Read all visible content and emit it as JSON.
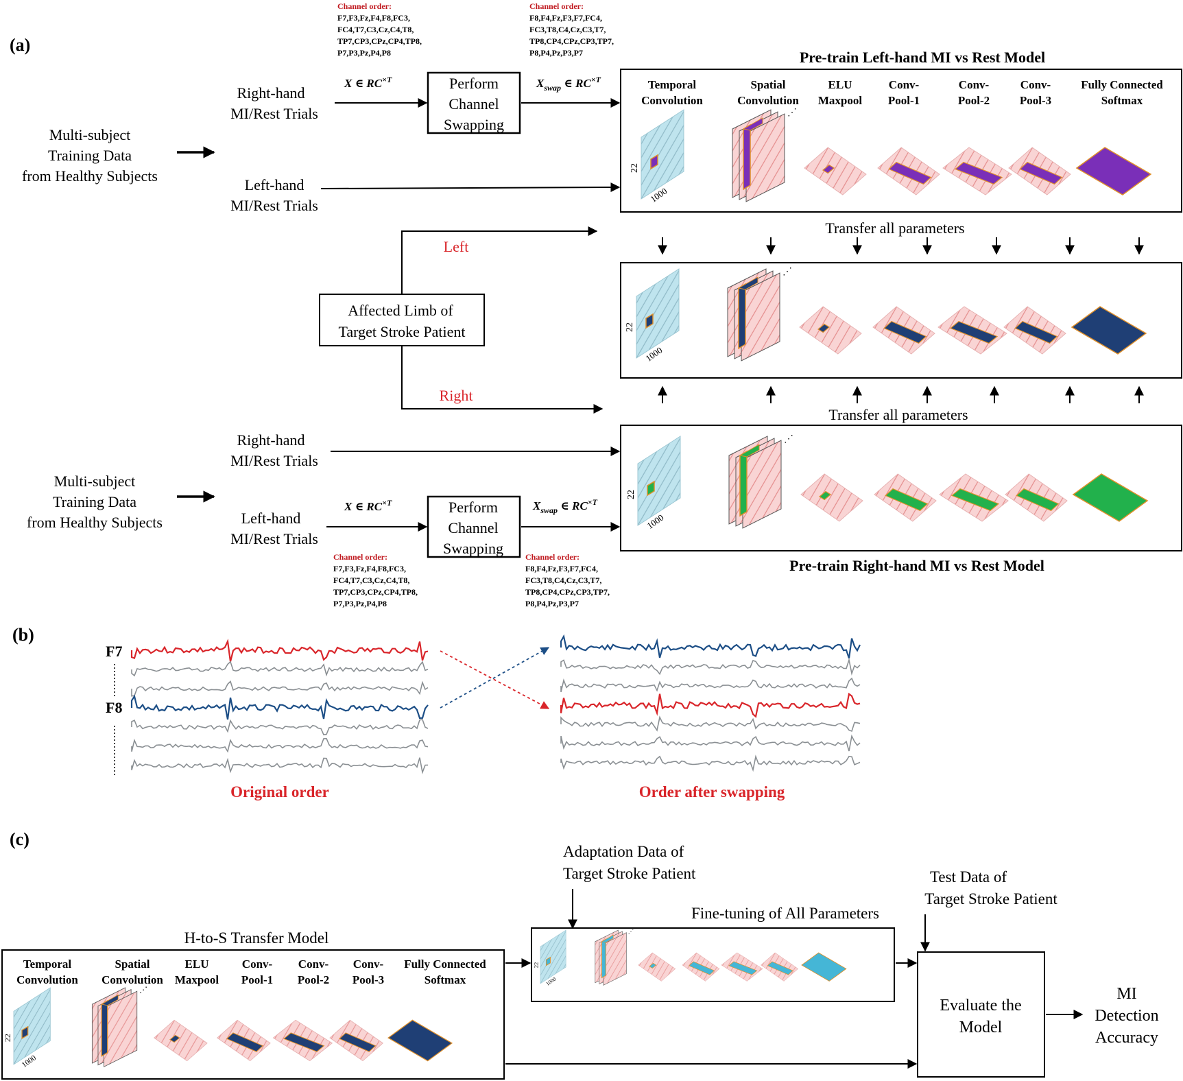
{
  "panel_a": {
    "label": "(a)",
    "top_model_title": "Pre-train Left-hand MI vs Rest Model",
    "bottom_model_title": "Pre-train Right-hand MI vs Rest Model",
    "source_top": [
      "Multi-subject",
      "Training Data",
      "from Healthy Subjects"
    ],
    "source_bottom": [
      "Multi-subject",
      "Training Data",
      "from Healthy Subjects"
    ],
    "top_right_trials": [
      "Right-hand",
      "MI/Rest Trials"
    ],
    "top_left_trials": [
      "Left-hand",
      "MI/Rest Trials"
    ],
    "bottom_right_trials": [
      "Right-hand",
      "MI/Rest Trials"
    ],
    "bottom_left_trials": [
      "Left-hand",
      "MI/Rest Trials"
    ],
    "swap_box": [
      "Perform",
      "Channel",
      "Swapping"
    ],
    "input_label": "X ∈ RC×T",
    "swap_output_label": "Xswap ∈ RC×T",
    "channel_order_title": "Channel order:",
    "original_order": [
      "F7,F3,Fz,F4,F8,FC3,",
      "FC4,T7,C3,Cz,C4,T8,",
      "TP7,CP3,CPz,CP4,TP8,",
      "P7,P3,Pz,P4,P8"
    ],
    "swapped_order": [
      "F8,F4,Fz,F3,F7,FC4,",
      "FC3,T8,C4,Cz,C3,T7,",
      "TP8,CP4,CPz,CP3,TP7,",
      "P8,P4,Pz,P3,P7"
    ],
    "layer_headers": [
      [
        "Temporal",
        "Convolution"
      ],
      [
        "Spatial",
        "Convolution"
      ],
      [
        "ELU",
        "Maxpool"
      ],
      [
        "Conv-",
        "Pool-1"
      ],
      [
        "Conv-",
        "Pool-2"
      ],
      [
        "Conv-",
        "Pool-3"
      ],
      [
        "Fully Connected",
        "Softmax"
      ]
    ],
    "dim_channels": "22",
    "dim_samples": "1000",
    "transfer_label": "Transfer all parameters",
    "affected_box": [
      "Affected Limb of",
      "Target Stroke Patient"
    ],
    "left_label": "Left",
    "right_label": "Right"
  },
  "panel_b": {
    "label": "(b)",
    "f7": "F7",
    "f8": "F8",
    "original_caption": "Original order",
    "swapped_caption": "Order after swapping"
  },
  "panel_c": {
    "label": "(c)",
    "model_title": "H-to-S Transfer Model",
    "layer_headers": [
      [
        "Temporal",
        "Convolution"
      ],
      [
        "Spatial",
        "Convolution"
      ],
      [
        "ELU",
        "Maxpool"
      ],
      [
        "Conv-",
        "Pool-1"
      ],
      [
        "Conv-",
        "Pool-2"
      ],
      [
        "Conv-",
        "Pool-3"
      ],
      [
        "Fully Connected",
        "Softmax"
      ]
    ],
    "dim_channels": "22",
    "dim_samples": "1000",
    "adaptation": [
      "Adaptation Data of",
      "Target Stroke Patient"
    ],
    "finetune": "Fine-tuning of All Parameters",
    "test_data": [
      "Test Data of",
      "Target Stroke Patient"
    ],
    "evaluate": [
      "Evaluate the",
      "Model"
    ],
    "result": [
      "MI",
      "Detection",
      "Accuracy"
    ]
  },
  "colors": {
    "red": "#d9252a",
    "blue_trace": "#1c4e86",
    "gray_trace": "#8a8f93",
    "purple": "#7a2fb8",
    "navy": "#1f3f75",
    "green": "#22b14c",
    "cyan": "#45b6d6",
    "temporal_fill": "#bfe4ee",
    "pink_fill": "#f8cdcd",
    "orange_edge": "#e0902a"
  }
}
